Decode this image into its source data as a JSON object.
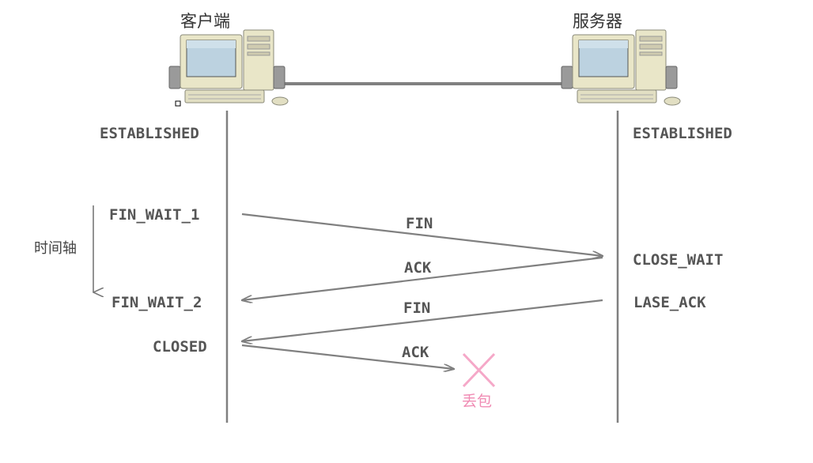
{
  "nodes": {
    "client": {
      "title": "客户端"
    },
    "server": {
      "title": "服务器"
    }
  },
  "states": {
    "client_established": "ESTABLISHED",
    "server_established": "ESTABLISHED",
    "fin_wait_1": "FIN_WAIT_1",
    "fin_wait_2": "FIN_WAIT_2",
    "closed": "CLOSED",
    "close_wait": "CLOSE_WAIT",
    "lase_ack": "LASE_ACK"
  },
  "time_axis": {
    "label": "时间轴"
  },
  "messages": [
    {
      "label": "FIN",
      "from": "client",
      "to": "server"
    },
    {
      "label": "ACK",
      "from": "server",
      "to": "client"
    },
    {
      "label": "FIN",
      "from": "server",
      "to": "client"
    },
    {
      "label": "ACK",
      "from": "client",
      "lost": true
    }
  ],
  "loss": {
    "label": "丢包",
    "color": "#f5a8c8"
  },
  "colors": {
    "line": "#808080",
    "label": "#555555"
  }
}
